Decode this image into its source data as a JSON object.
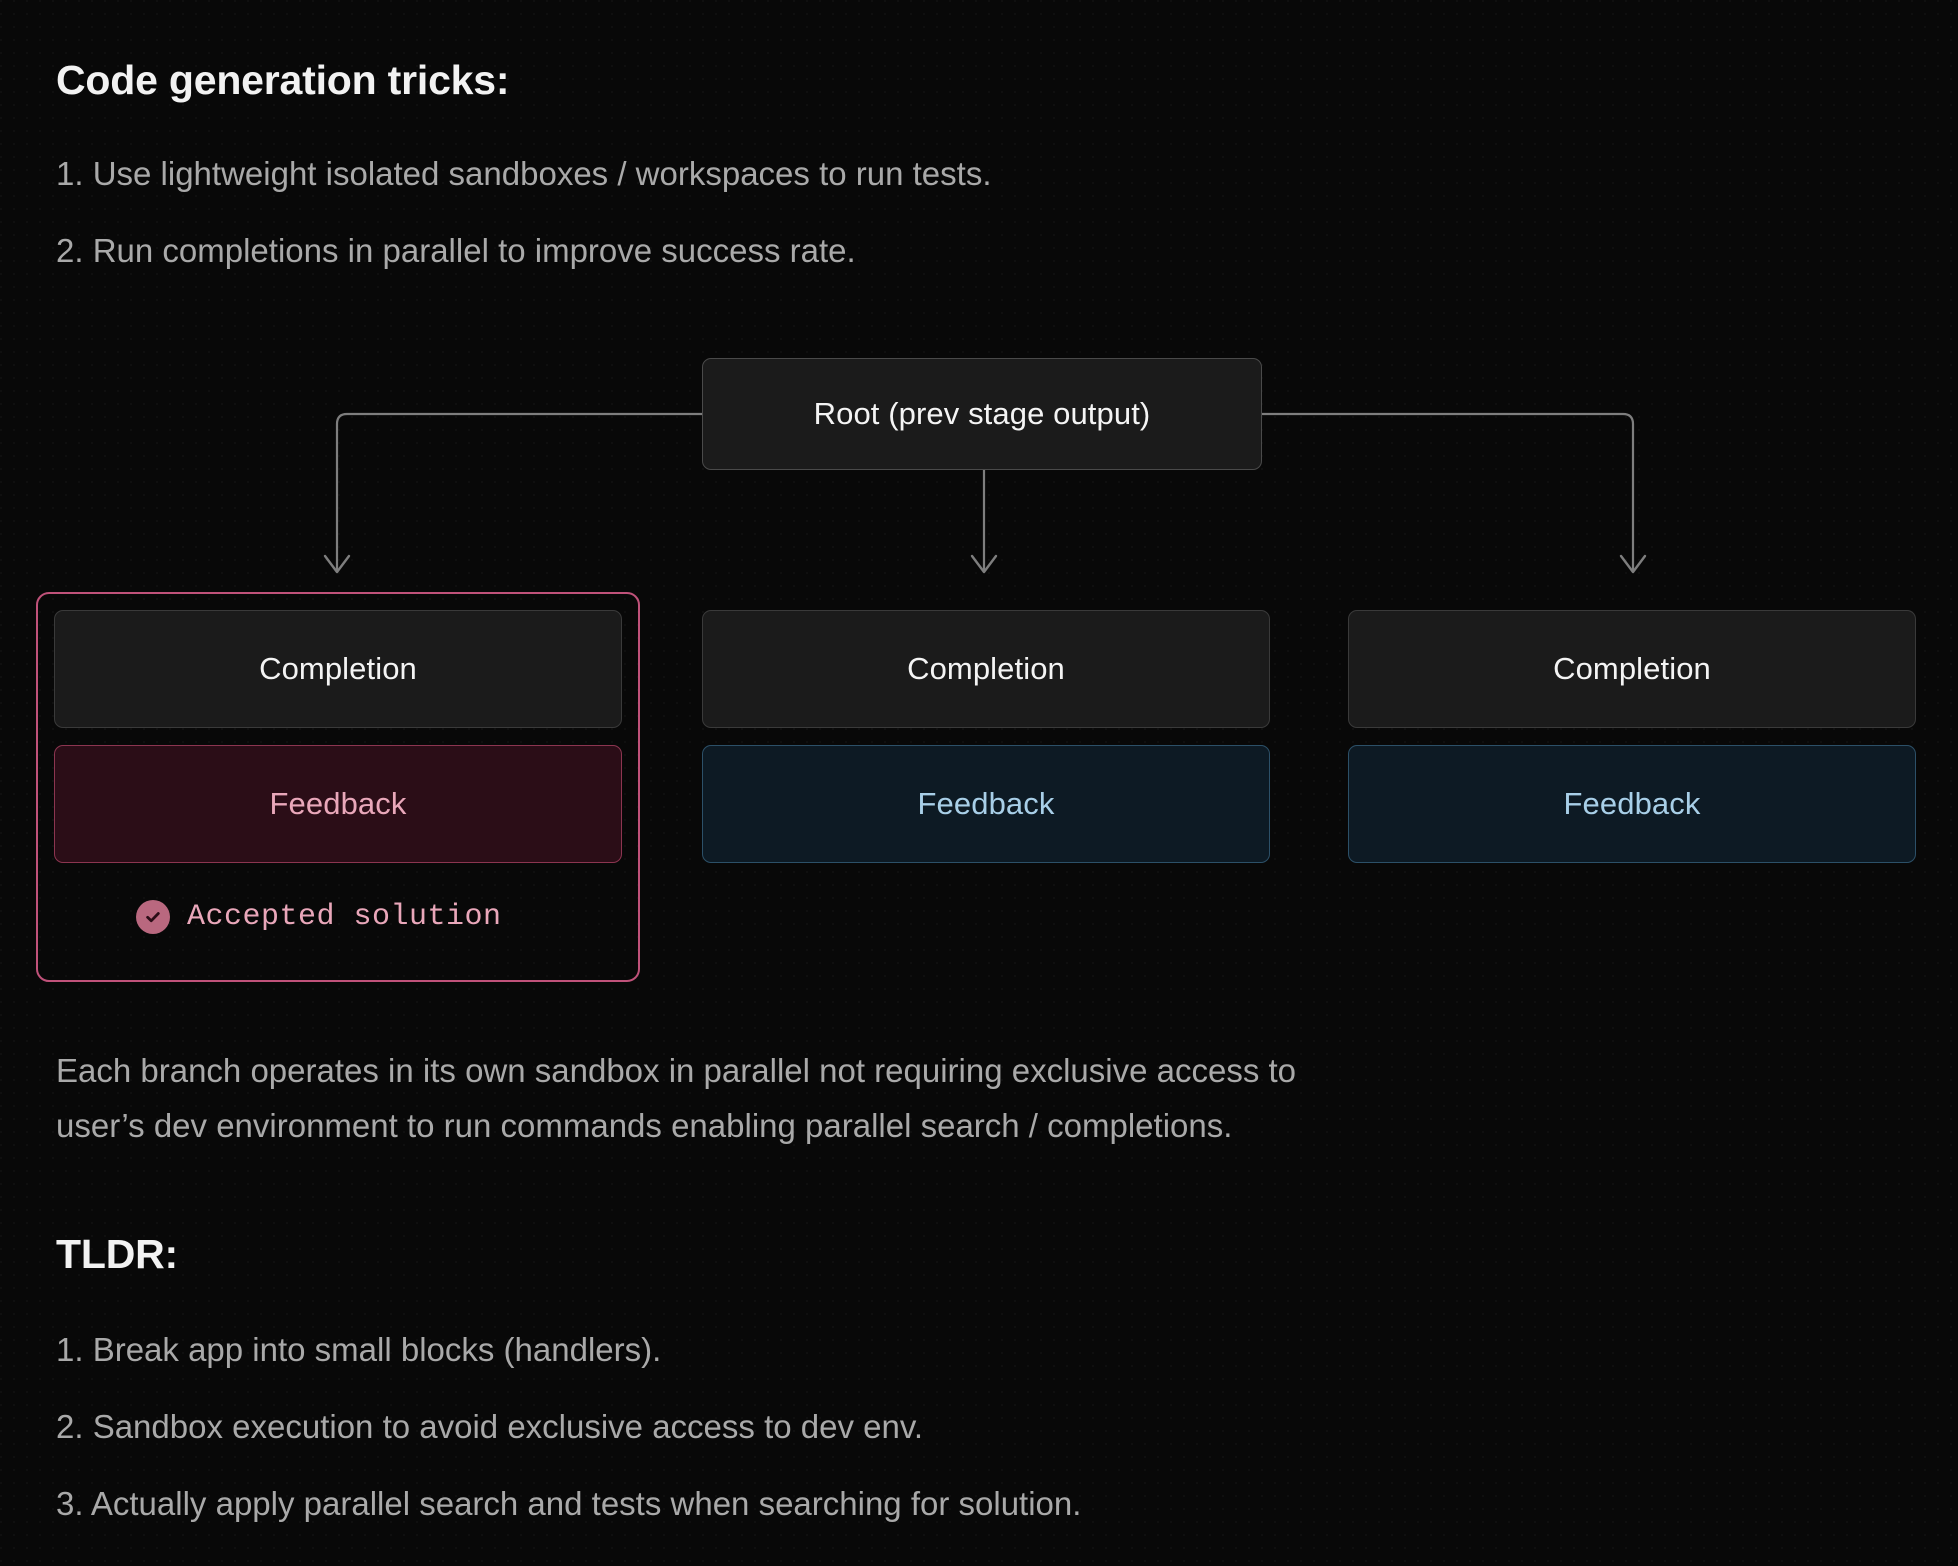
{
  "sections": {
    "tricks": {
      "heading": "Code generation tricks:",
      "items": [
        "1. Use lightweight isolated sandboxes / workspaces to run tests.",
        "2. Run completions in parallel to improve success rate."
      ]
    },
    "note": {
      "line1": "Each branch operates in its own sandbox in parallel not requiring exclusive access to",
      "line2": "user’s dev environment to run commands enabling parallel search / completions."
    },
    "tldr": {
      "heading": "TLDR:",
      "items": [
        "1. Break app into small blocks (handlers).",
        "2. Sandbox execution to avoid exclusive access to dev env.",
        "3. Actually apply parallel search and tests when searching for solution."
      ]
    }
  },
  "diagram": {
    "root": {
      "label": "Root (prev stage output)"
    },
    "branches": [
      {
        "completion": "Completion",
        "feedback": "Feedback",
        "accepted": true,
        "accepted_label": "Accepted solution",
        "state": "accepted"
      },
      {
        "completion": "Completion",
        "feedback": "Feedback",
        "accepted": false,
        "state": "pending"
      },
      {
        "completion": "Completion",
        "feedback": "Feedback",
        "accepted": false,
        "state": "pending"
      }
    ],
    "icons": {
      "accepted": "check-circle-icon"
    }
  },
  "colors": {
    "background": "#080808",
    "heading_text": "#f2f2f2",
    "body_text": "#a9a9a9",
    "node_fill": "#1b1b1b",
    "node_border": "#3a3a3a",
    "node_text": "#f4f4f4",
    "feedback_blue_fill": "#0d1a24",
    "feedback_blue_border": "#2c5068",
    "feedback_blue_text": "#a8cfe8",
    "feedback_pink_fill": "#2b0d17",
    "feedback_pink_border": "#8c3550",
    "feedback_pink_text": "#e9a7ba",
    "highlight_border": "#c0527a",
    "accepted_badge": "#b9687f",
    "connector": "#7e7e7e"
  }
}
